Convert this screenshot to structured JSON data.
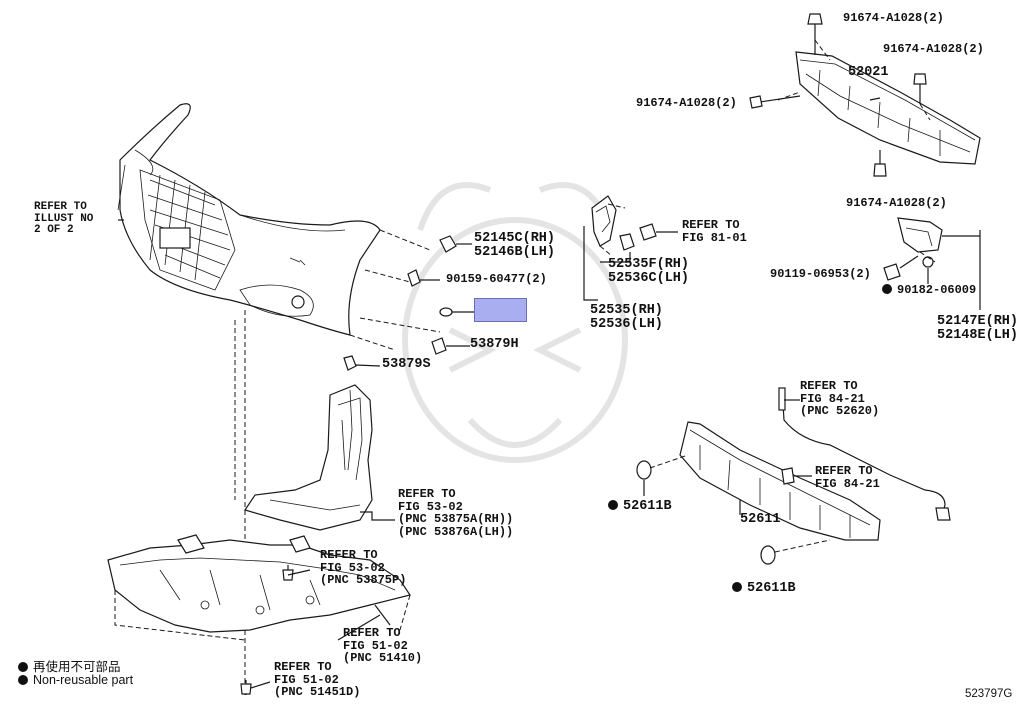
{
  "diagram": {
    "figure_number": "523797G",
    "legend": [
      {
        "symbol": "filled-circle",
        "text": "再使用不可部品"
      },
      {
        "symbol": "filled-circle",
        "text": "Non-reusable part"
      }
    ],
    "labels": {
      "refer_illust": "REFER TO\nILLUST NO\n2 OF 2",
      "p52145c_52146b": "52145C(RH)\n52146B(LH)",
      "p90159": "90159-60477(2)",
      "p53879h": "53879H",
      "p53879s": "53879S",
      "p52535f_52536c": "52535F(RH)\n52536C(LH)",
      "p52535_52536": "52535(RH)\n52536(LH)",
      "ref_81_01": "REFER TO\nFIG 81-01",
      "p91674_top": "91674-A1028(2)",
      "p91674_right": "91674-A1028(2)",
      "p91674_left": "91674-A1028(2)",
      "p91674_bottom": "91674-A1028(2)",
      "p52021": "52021",
      "p90119": "90119-06953(2)",
      "p90182": "90182-06009",
      "p52147e_52148e": "52147E(RH)\n52148E(LH)",
      "ref_84_21_a": "REFER TO\nFIG 84-21\n(PNC 52620)",
      "ref_84_21_b": "REFER TO\nFIG 84-21",
      "p52611b_left": "52611B",
      "p52611": "52611",
      "p52611b_bottom": "52611B",
      "ref_53_02_a": "REFER TO\nFIG 53-02\n(PNC 53875A(RH))\n(PNC 53876A(LH))",
      "ref_53_02_b": "REFER TO\nFIG 53-02\n(PNC 53875P)",
      "ref_51_02_a": "REFER TO\nFIG 51-02\n(PNC 51410)",
      "ref_51_02_b": "REFER TO\nFIG 51-02\n(PNC 51451D)"
    }
  }
}
